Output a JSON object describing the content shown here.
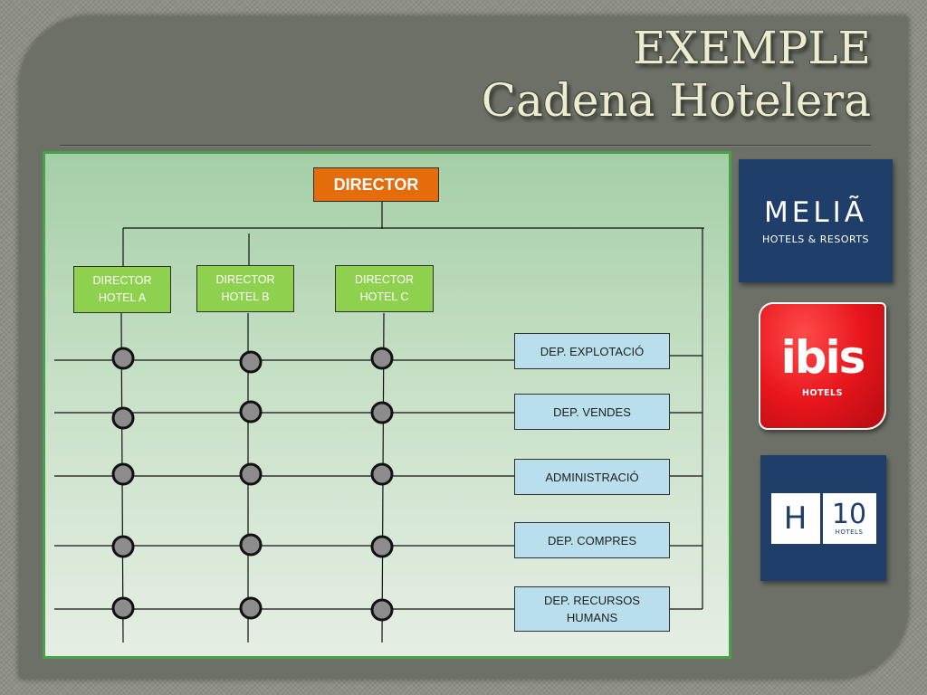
{
  "title": {
    "line1": "EXEMPLE",
    "line2": "Cadena Hotelera"
  },
  "org_chart": {
    "director": "DIRECTOR",
    "hotels": [
      {
        "line1": "DIRECTOR",
        "line2": "HOTEL A"
      },
      {
        "line1": "DIRECTOR",
        "line2": "HOTEL B"
      },
      {
        "line1": "DIRECTOR",
        "line2": "HOTEL C"
      }
    ],
    "departments": [
      {
        "line1": "DEP. EXPLOTACIÓ",
        "line2": ""
      },
      {
        "line1": "DEP.  VENDES",
        "line2": ""
      },
      {
        "line1": "ADMINISTRACIÓ",
        "line2": ""
      },
      {
        "line1": "DEP. COMPRES",
        "line2": ""
      },
      {
        "line1": "DEP. RECURSOS",
        "line2": "HUMANS"
      }
    ],
    "colors": {
      "director_box": "#e46c0a",
      "hotel_box": "#8ed14f",
      "department_box": "#b8dfeb",
      "node": "#8c8c8c",
      "panel_border": "#46a147"
    }
  },
  "logos": {
    "melia": {
      "name": "MELIÃ",
      "sub": "HOTELS & RESORTS",
      "color": "#1f3e69"
    },
    "ibis": {
      "name": "ibis",
      "sub": "HOTELS",
      "color": "#e8161c"
    },
    "h10": {
      "letter": "H",
      "number": "10",
      "sub": "HOTELS",
      "color": "#1f3e69"
    }
  }
}
